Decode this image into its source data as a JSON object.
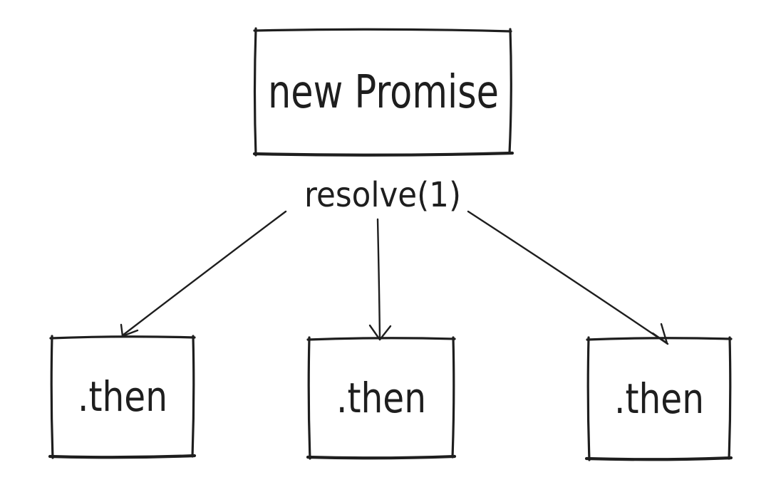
{
  "diagram": {
    "root_node": {
      "label": "new Promise"
    },
    "resolve_label": "resolve(1)",
    "then_nodes": [
      {
        "label": ".then"
      },
      {
        "label": ".then"
      },
      {
        "label": ".then"
      }
    ],
    "colors": {
      "stroke": "#1e1e1e",
      "background": "#ffffff"
    }
  }
}
